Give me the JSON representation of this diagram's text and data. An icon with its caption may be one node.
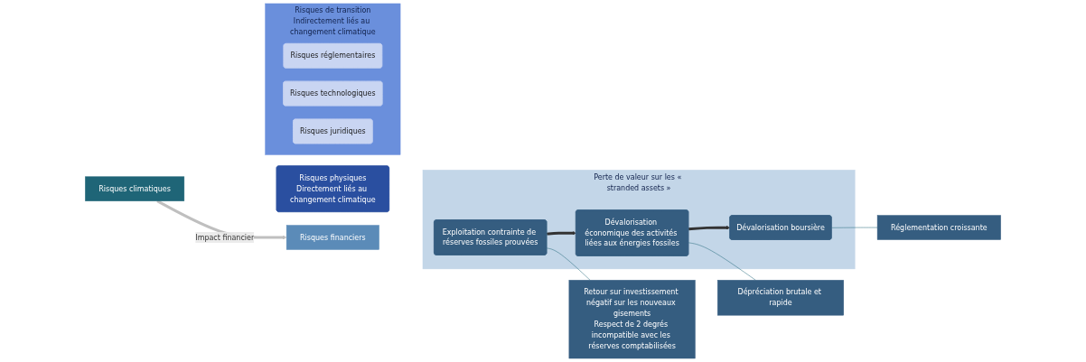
{
  "diagram": {
    "nodes": [
      {
        "text": [
          "Risques climatiques"
        ]
      },
      {
        "text": [
          "Risques physiques",
          "Directement liés au changement climatique"
        ]
      },
      {
        "text": [
          "Risques de transition",
          "Indirectement liés au changement climatique"
        ]
      },
      {
        "text": [
          "Risques réglementaires"
        ],
        "in": 2
      },
      {
        "text": [
          "Risques technologiques"
        ],
        "in": 2
      },
      {
        "text": [
          "Risques juridiques"
        ],
        "in": 2
      },
      {
        "text": [
          "Risques financiers"
        ]
      },
      {
        "text": [
          "Perte de valeur sur les « stranded assets »"
        ]
      },
      {
        "text": [
          "Exploitation contrainte de réserves fossiles prouvées"
        ],
        "in": 7
      },
      {
        "text": [
          "Dévalorisation économique des activités liées aux énergies fossiles"
        ],
        "in": 7
      },
      {
        "text": [
          "Dévalorisation boursière"
        ],
        "in": 7
      },
      {
        "text": [
          "Retour sur investissement négatif sur les nouveaux gisements",
          "Respect de 2 degrés incompatible avec les réserves comptabilisées"
        ]
      },
      {
        "text": [
          "Dépréciation brutale et rapide"
        ]
      },
      {
        "text": [
          "Réglementation croissante"
        ]
      }
    ],
    "edges": [
      {
        "from": 0,
        "to": 6,
        "arrow": "to",
        "label": "Impact financier",
        "style": "thick",
        "color": "#bfbfbf"
      },
      {
        "from": 8,
        "to": 9,
        "arrow": "to",
        "style": "thick"
      },
      {
        "from": 9,
        "to": 10,
        "arrow": "to",
        "style": "thick"
      },
      {
        "from": 11,
        "to": 8,
        "arrow": "none",
        "color": "#1f6577"
      },
      {
        "from": 12,
        "to": 9,
        "arrow": "none",
        "color": "#1f6577"
      },
      {
        "from": 13,
        "to": 10,
        "arrow": "none",
        "color": "#1f6577"
      }
    ]
  }
}
